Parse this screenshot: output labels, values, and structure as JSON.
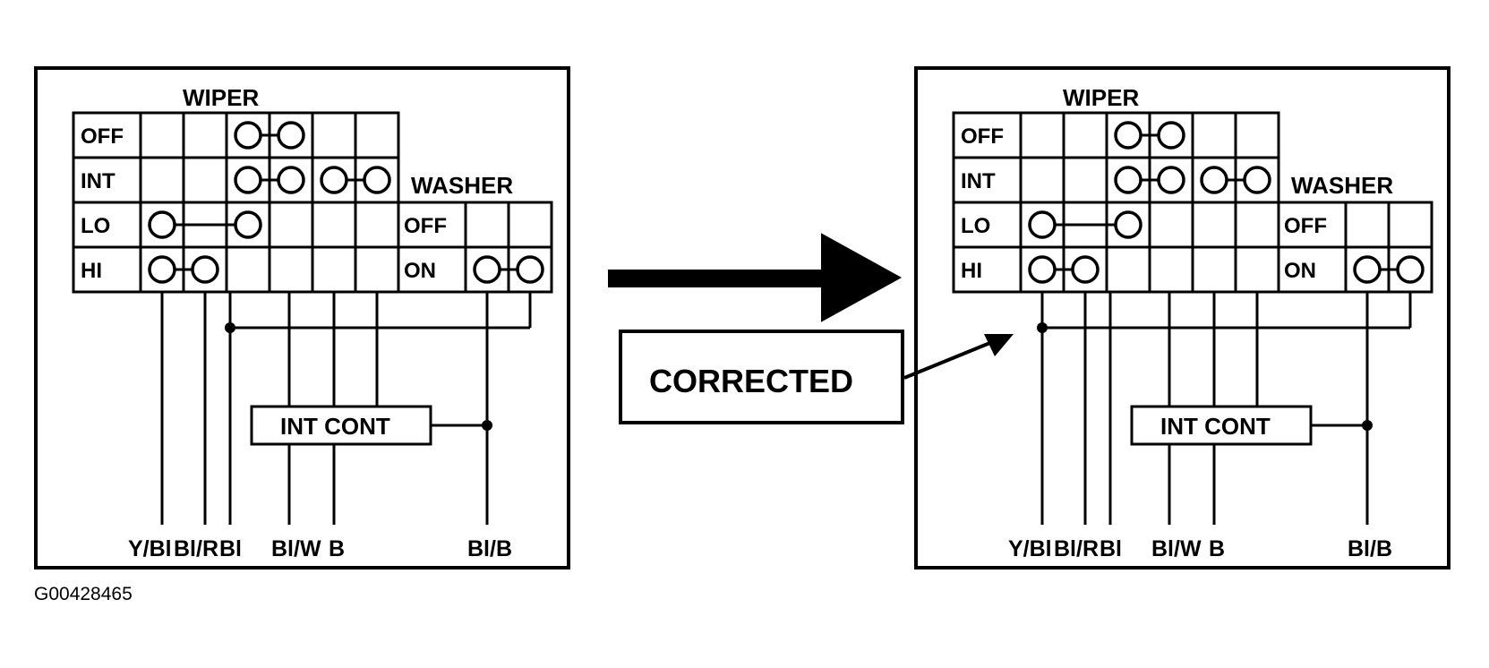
{
  "switch_chart": {
    "wiper_title": "WIPER",
    "washer_title": "WASHER",
    "wiper_rows": [
      "OFF",
      "INT",
      "LO",
      "HI"
    ],
    "washer_rows": [
      "OFF",
      "ON"
    ],
    "int_cont": "INT CONT",
    "wire_colors": [
      "Y/Bl",
      "Bl/R",
      "Bl",
      "Bl/W",
      "B"
    ],
    "washer_wire": "Bl/B"
  },
  "callout": {
    "label": "CORRECTED"
  },
  "figure_id": "G00428465",
  "colors": {
    "ink": "#000000",
    "background": "#ffffff"
  }
}
